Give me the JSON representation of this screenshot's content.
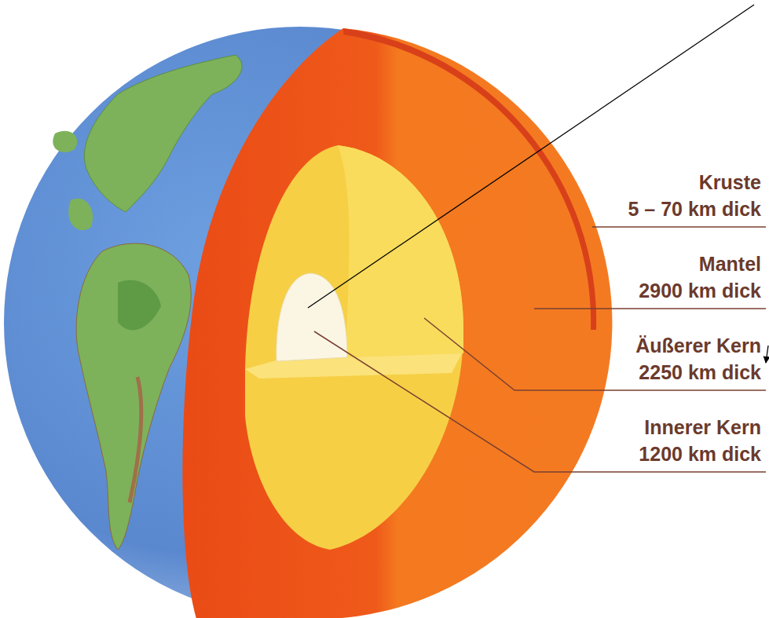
{
  "diagram": {
    "labels": [
      "Kruste",
      "5 – 70 km dick",
      "Mantel",
      "2900 km dick",
      "Äußerer Kern",
      "2250 km dick",
      "Innerer Kern",
      "1200 km dick"
    ]
  }
}
